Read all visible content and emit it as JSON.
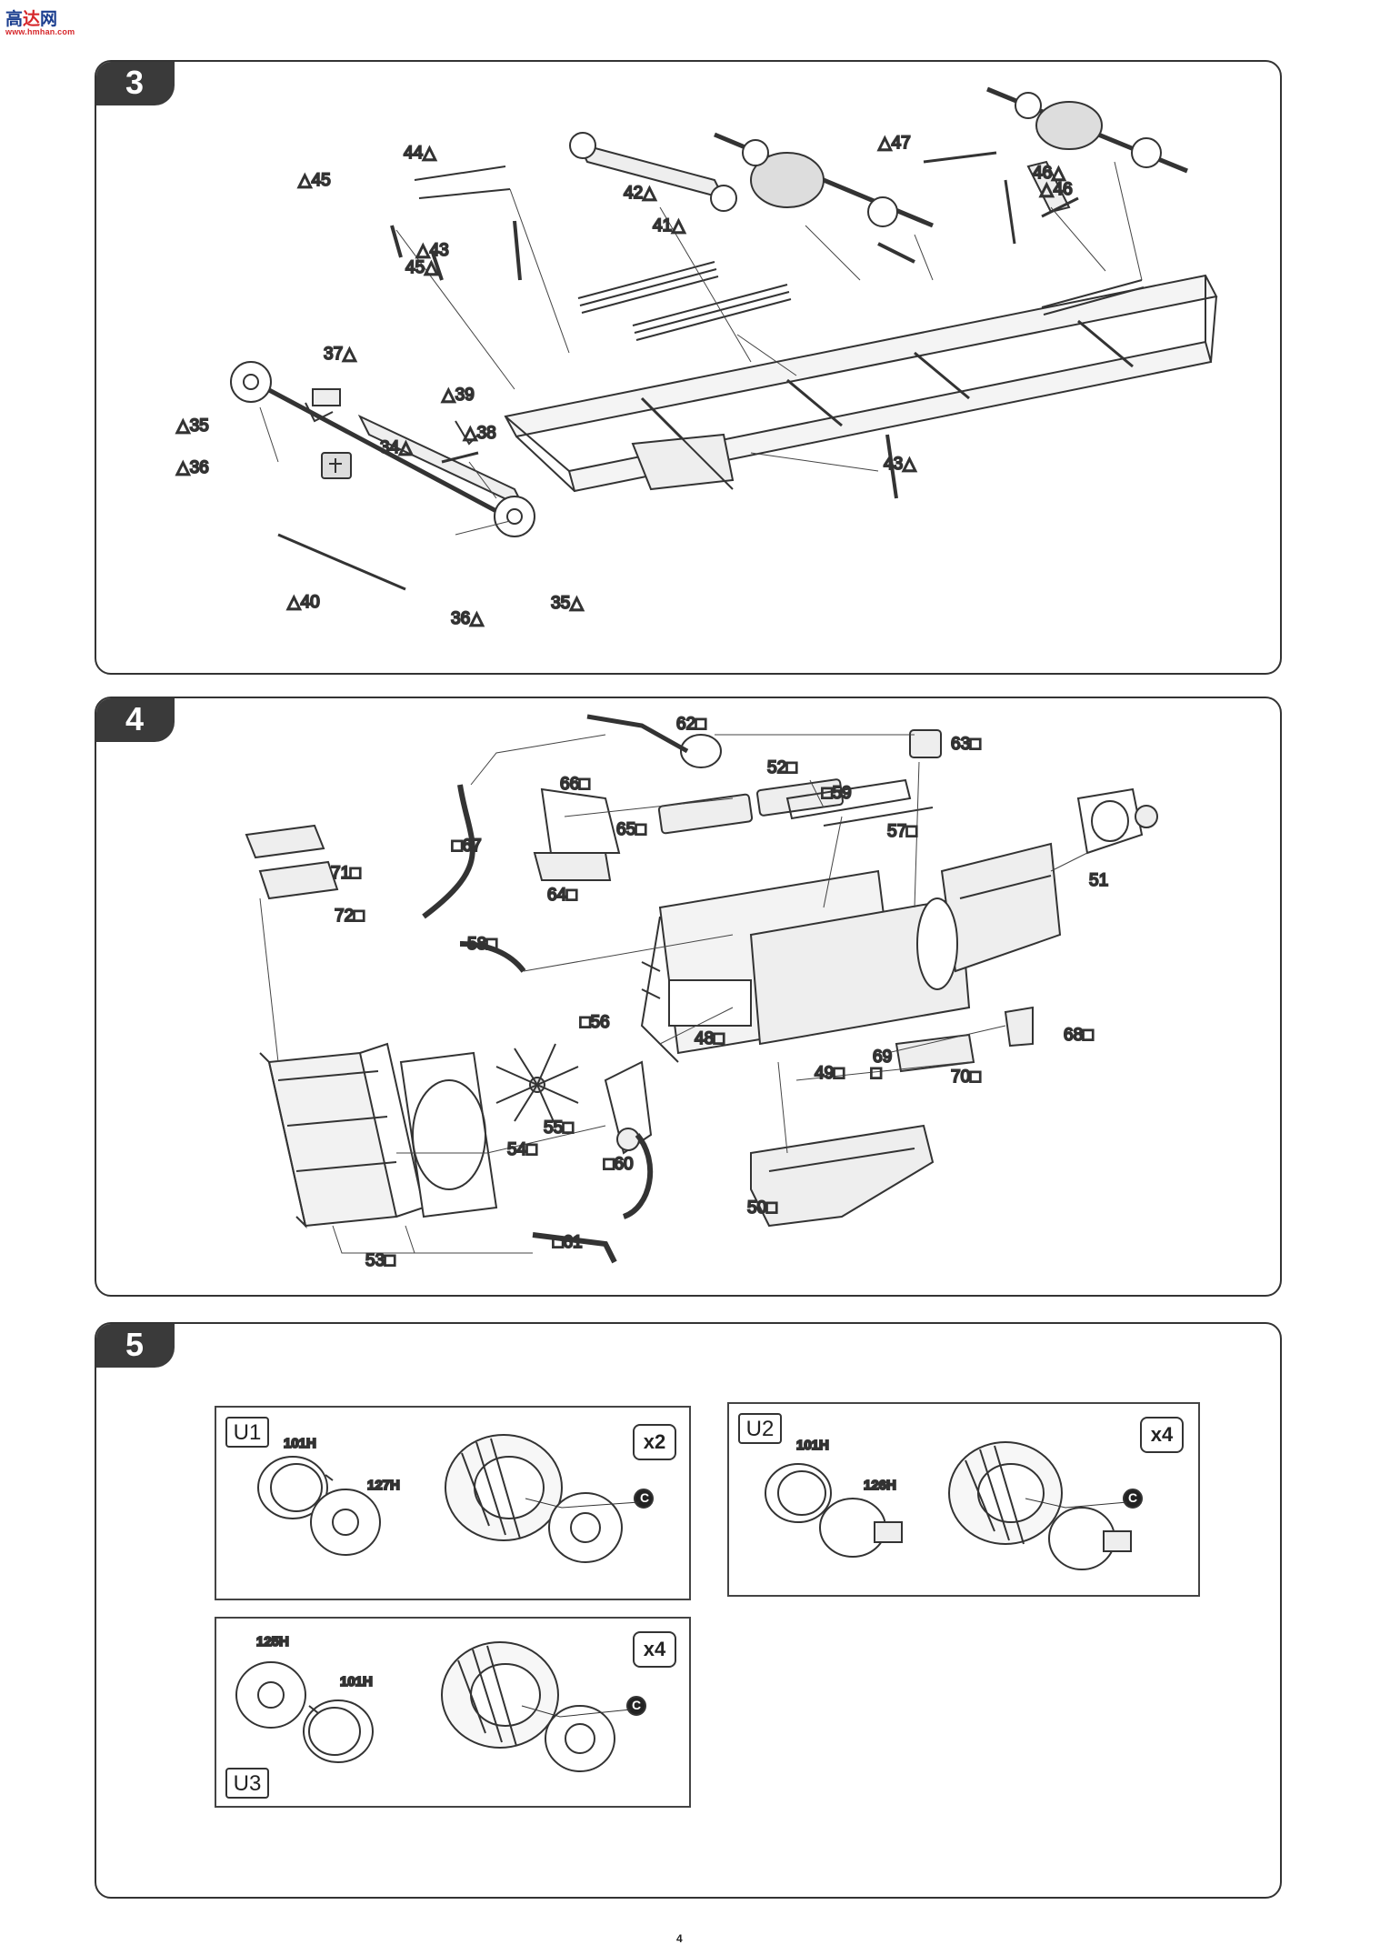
{
  "site": {
    "logo_text_a": "高",
    "logo_text_b": "达",
    "logo_text_c": "网",
    "logo_url": "www.hmhan.com"
  },
  "step3": {
    "number": "3",
    "labels": [
      "△45",
      "44△",
      "45△",
      "△43",
      "42△",
      "41△",
      "△47",
      "46△",
      "△46",
      "37△",
      "△35",
      "△36",
      "34△",
      "△39",
      "△38",
      "43△",
      "△40",
      "36△",
      "35△"
    ]
  },
  "step4": {
    "number": "4",
    "labels": [
      "62□",
      "63□",
      "52□",
      "66□",
      "□59",
      "65□",
      "57□",
      "□67",
      "71□",
      "72□",
      "64□",
      "51",
      "58□",
      "□56",
      "48□",
      "69",
      "□",
      "70□",
      "68□",
      "49□",
      "55□",
      "54□",
      "□60",
      "50□",
      "53□",
      "□61"
    ]
  },
  "step5": {
    "number": "5",
    "units": [
      {
        "id": "U1",
        "multiplier": "x2",
        "rim": "101H",
        "hub": "127H",
        "tag": "C"
      },
      {
        "id": "U2",
        "multiplier": "x4",
        "rim": "101H",
        "hub": "126H",
        "tag": "C"
      },
      {
        "id": "U3",
        "multiplier": "x4",
        "rim": "101H",
        "hub": "125H",
        "tag": "C"
      }
    ]
  },
  "footer": {
    "page_number": "4"
  }
}
